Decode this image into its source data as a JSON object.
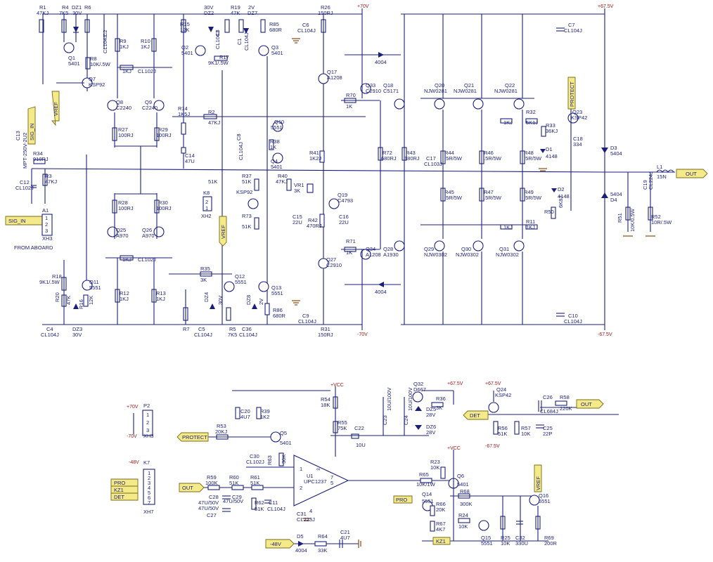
{
  "colors": {
    "wire": "#1a1f7a",
    "flag": "#f5ea8a",
    "rail": "#a01818",
    "ground": "#8a4a12"
  },
  "rails": {
    "p70": "+70V",
    "n70": "-70V",
    "p675": "+67.5V",
    "n675": "-67.5V",
    "p70b": "+70V",
    "n70b": "-70V",
    "p675b": "+67.5V",
    "n675b": "-67.5V",
    "p675c": "+67.5V",
    "n48": "-48V",
    "vcc1": "+VCC",
    "vcc2": "+VCC"
  },
  "flags": {
    "sig_in": "SIG_IN",
    "sig_in_v": "SIG_IN",
    "vref1": "VREF",
    "vref2": "VREF",
    "vref3": "VREF",
    "protect_v": "PROTECT",
    "protect": "PROTECT",
    "out": "OUT",
    "out2": "OUT",
    "out3": "OUT",
    "det": "DET",
    "pro": "PRO",
    "pro2": "PRO",
    "kz1": "KZ1",
    "kz1b": "KZ1",
    "det2": "DET",
    "n48flag": "-48V"
  },
  "notes": {
    "from_aboard": "FROM   ABOARD"
  },
  "labels": [
    {
      "id": "R1",
      "t": "R1"
    },
    {
      "id": "R1v",
      "t": "47KJ"
    },
    {
      "id": "R4",
      "t": "R4"
    },
    {
      "id": "R4v",
      "t": "7K5"
    },
    {
      "id": "DZ1",
      "t": "DZ1"
    },
    {
      "id": "DZ1v",
      "t": "30V"
    },
    {
      "id": "R6",
      "t": "R6"
    },
    {
      "id": "C2",
      "t": "C2"
    },
    {
      "id": "C2v",
      "t": "CL104J"
    },
    {
      "id": "R9",
      "t": "R9"
    },
    {
      "id": "R9v",
      "t": "1KJ"
    },
    {
      "id": "R10",
      "t": "R10"
    },
    {
      "id": "R10v",
      "t": "1KJ"
    },
    {
      "id": "R15",
      "t": "R15"
    },
    {
      "id": "R15v",
      "t": "12K"
    },
    {
      "id": "DZ2",
      "t": "DZ2"
    },
    {
      "id": "DZ2v",
      "t": "30V"
    },
    {
      "id": "C3",
      "t": "C3"
    },
    {
      "id": "C3v",
      "t": "CL104J"
    },
    {
      "id": "R19",
      "t": "R19"
    },
    {
      "id": "R19v",
      "t": "47K"
    },
    {
      "id": "DZ7",
      "t": "DZ7"
    },
    {
      "id": "DZ7v",
      "t": "2V"
    },
    {
      "id": "C1",
      "t": "C1"
    },
    {
      "id": "C1v",
      "t": "CL104J"
    },
    {
      "id": "R85",
      "t": "R85"
    },
    {
      "id": "R85v",
      "t": "680R"
    },
    {
      "id": "C6",
      "t": "C6"
    },
    {
      "id": "C6v",
      "t": "CL104J"
    },
    {
      "id": "R26",
      "t": "R26"
    },
    {
      "id": "R26v",
      "t": "150RJ"
    },
    {
      "id": "C7",
      "t": "C7"
    },
    {
      "id": "C7v",
      "t": "CL104J"
    },
    {
      "id": "Q1",
      "t": "Q1"
    },
    {
      "id": "Q1v",
      "t": "5401"
    },
    {
      "id": "R8",
      "t": "R8"
    },
    {
      "id": "R8v",
      "t": "10K/.5W"
    },
    {
      "id": "Q2",
      "t": "Q2"
    },
    {
      "id": "Q2v",
      "t": "5401"
    },
    {
      "id": "R17",
      "t": "R17"
    },
    {
      "id": "R17v",
      "t": "9K1/.5W"
    },
    {
      "id": "Q3",
      "t": "Q3"
    },
    {
      "id": "Q3v",
      "t": "5401"
    },
    {
      "id": "d4004a",
      "t": "4004"
    },
    {
      "id": "Q7",
      "t": "Q7"
    },
    {
      "id": "Q7v",
      "t": "KSP92"
    },
    {
      "id": "R1KJ",
      "t": "1KJ"
    },
    {
      "id": "CL102Ja",
      "t": "CL102J"
    },
    {
      "id": "Q17",
      "t": "Q17"
    },
    {
      "id": "Q17v",
      "t": "A1208"
    },
    {
      "id": "Q33",
      "t": "Q33"
    },
    {
      "id": "Q33v",
      "t": "C2910"
    },
    {
      "id": "Q18",
      "t": "Q18"
    },
    {
      "id": "Q18v",
      "t": "C5171"
    },
    {
      "id": "Q20",
      "t": "Q20"
    },
    {
      "id": "Q20v",
      "t": "NJW0281"
    },
    {
      "id": "Q21",
      "t": "Q21"
    },
    {
      "id": "Q21v",
      "t": "NJW0281"
    },
    {
      "id": "Q22",
      "t": "Q22"
    },
    {
      "id": "Q22v",
      "t": "NJW0281"
    },
    {
      "id": "R70",
      "t": "R70"
    },
    {
      "id": "R70v",
      "t": "1K"
    },
    {
      "id": "Q8",
      "t": "Q8"
    },
    {
      "id": "Q8v",
      "t": "C2240"
    },
    {
      "id": "Q9",
      "t": "Q9"
    },
    {
      "id": "Q9v",
      "t": "C2240"
    },
    {
      "id": "R14",
      "t": "R14"
    },
    {
      "id": "R14v",
      "t": "1K5J"
    },
    {
      "id": "R2",
      "t": "R2"
    },
    {
      "id": "R2v",
      "t": "47KJ"
    },
    {
      "id": "R32",
      "t": "R32"
    },
    {
      "id": "R32v",
      "t": "5K1J"
    },
    {
      "id": "Q23",
      "t": "Q23"
    },
    {
      "id": "Q23v",
      "t": "KSP42"
    },
    {
      "id": "R1KJb",
      "t": "1KJ"
    },
    {
      "id": "Q10",
      "t": "Q10"
    },
    {
      "id": "Q10v",
      "t": "5551"
    },
    {
      "id": "R33",
      "t": "R33"
    },
    {
      "id": "R33v",
      "t": "36KJ"
    },
    {
      "id": "C18",
      "t": "C18"
    },
    {
      "id": "C18v",
      "t": "334"
    },
    {
      "id": "R27",
      "t": "R27"
    },
    {
      "id": "R27v",
      "t": "100RJ"
    },
    {
      "id": "R29",
      "t": "R29"
    },
    {
      "id": "R29v",
      "t": "100RJ"
    },
    {
      "id": "C8",
      "t": "C8"
    },
    {
      "id": "R38",
      "t": "R38"
    },
    {
      "id": "R38v",
      "t": "1K"
    },
    {
      "id": "R72",
      "t": "R72"
    },
    {
      "id": "R72v",
      "t": "680RJ"
    },
    {
      "id": "R43",
      "t": "R43"
    },
    {
      "id": "R43v",
      "t": "180RJ"
    },
    {
      "id": "C17",
      "t": "C17"
    },
    {
      "id": "C17v",
      "t": "CL103J"
    },
    {
      "id": "R44",
      "t": "R44"
    },
    {
      "id": "R44v",
      "t": ".5R/5W"
    },
    {
      "id": "R46",
      "t": "R46"
    },
    {
      "id": "R46v",
      "t": ".5R/5W"
    },
    {
      "id": "R48",
      "t": "R48"
    },
    {
      "id": "R48v",
      "t": ".5R/5W"
    },
    {
      "id": "D1",
      "t": "D1"
    },
    {
      "id": "D1v",
      "t": "4148"
    },
    {
      "id": "D3",
      "t": "D3"
    },
    {
      "id": "D3v",
      "t": "5404"
    },
    {
      "id": "R41",
      "t": "R41"
    },
    {
      "id": "R41v",
      "t": "1K2J"
    },
    {
      "id": "C14",
      "t": "C14"
    },
    {
      "id": "C14v",
      "t": "47U"
    },
    {
      "id": "C13",
      "t": "C13"
    },
    {
      "id": "C13v",
      "t": "MPT-250V-2U2"
    },
    {
      "id": "R34",
      "t": "R34"
    },
    {
      "id": "R34v",
      "t": "910RJ"
    },
    {
      "id": "C8v",
      "t": "CL104J"
    },
    {
      "id": "Q4",
      "t": "Q4"
    },
    {
      "id": "Q4v",
      "t": "5401"
    },
    {
      "id": "R3",
      "t": "R3"
    },
    {
      "id": "R3v",
      "t": "47KJ"
    },
    {
      "id": "R37",
      "t": "R37"
    },
    {
      "id": "R37v",
      "t": "51K"
    },
    {
      "id": "R40",
      "t": "R40"
    },
    {
      "id": "R40v",
      "t": "47KJ"
    },
    {
      "id": "VR1",
      "t": "VR1"
    },
    {
      "id": "VR1v",
      "t": "3K"
    },
    {
      "id": "L1",
      "t": "L1"
    },
    {
      "id": "L1v",
      "t": "15N"
    },
    {
      "id": "C12",
      "t": "C12"
    },
    {
      "id": "C12v",
      "t": "CL102J"
    },
    {
      "id": "51K",
      "t": "51K"
    },
    {
      "id": "K8",
      "t": "K8"
    },
    {
      "id": "XH2",
      "t": "XH2"
    },
    {
      "id": "KSP92",
      "t": "KSP92"
    },
    {
      "id": "Q19",
      "t": "Q19"
    },
    {
      "id": "Q19v",
      "t": "C4793"
    },
    {
      "id": "R45",
      "t": "R45"
    },
    {
      "id": "R45v",
      "t": ".5R/5W"
    },
    {
      "id": "R47",
      "t": "R47"
    },
    {
      "id": "R47v",
      "t": ".5R/5W"
    },
    {
      "id": "R49",
      "t": "R49"
    },
    {
      "id": "R49v",
      "t": ".5R/5W"
    },
    {
      "id": "D2",
      "t": "D2"
    },
    {
      "id": "D2v",
      "t": "4148"
    },
    {
      "id": "D4",
      "t": "D4"
    },
    {
      "id": "D4v",
      "t": "5404"
    },
    {
      "id": "C19",
      "t": "C19"
    },
    {
      "id": "C19v",
      "t": "CL224J"
    },
    {
      "id": "R28",
      "t": "R28"
    },
    {
      "id": "R28v",
      "t": "100RJ"
    },
    {
      "id": "R30",
      "t": "R30"
    },
    {
      "id": "R30v",
      "t": "100RJ"
    },
    {
      "id": "A1",
      "t": "A1"
    },
    {
      "id": "XH3",
      "t": "XH3"
    },
    {
      "id": "R73",
      "t": "R73"
    },
    {
      "id": "R73v",
      "t": "51K"
    },
    {
      "id": "C15",
      "t": "C15"
    },
    {
      "id": "C15v",
      "t": "22U"
    },
    {
      "id": "R42",
      "t": "R42"
    },
    {
      "id": "R42v",
      "t": "470RJ"
    },
    {
      "id": "C16",
      "t": "C16"
    },
    {
      "id": "C16v",
      "t": "22U"
    },
    {
      "id": "R50",
      "t": "R50"
    },
    {
      "id": "R50v",
      "t": "6K8J"
    },
    {
      "id": "R51",
      "t": "R51"
    },
    {
      "id": "R51v",
      "t": "10K/0.5W"
    },
    {
      "id": "R52",
      "t": "R52"
    },
    {
      "id": "R52v",
      "t": "10R/.5W"
    },
    {
      "id": "Q25",
      "t": "Q25"
    },
    {
      "id": "Q25v",
      "t": "A970"
    },
    {
      "id": "Q26",
      "t": "Q26"
    },
    {
      "id": "Q26v",
      "t": "A970"
    },
    {
      "id": "R71",
      "t": "R71"
    },
    {
      "id": "R71v",
      "t": "1K"
    },
    {
      "id": "Q34",
      "t": "Q34"
    },
    {
      "id": "Q34v",
      "t": "A1208"
    },
    {
      "id": "Q28",
      "t": "Q28"
    },
    {
      "id": "Q28v",
      "t": "A1930"
    },
    {
      "id": "Q29",
      "t": "Q29"
    },
    {
      "id": "Q29v",
      "t": "NJW0302"
    },
    {
      "id": "Q30",
      "t": "Q30"
    },
    {
      "id": "Q30v",
      "t": "NJW0302"
    },
    {
      "id": "Q31",
      "t": "Q31"
    },
    {
      "id": "Q31v",
      "t": "NJW0302"
    },
    {
      "id": "R11",
      "t": "R11"
    },
    {
      "id": "R11v",
      "t": "1KJ"
    },
    {
      "id": "R1KJc",
      "t": "1KJ"
    },
    {
      "id": "R1KJd",
      "t": "1KJ"
    },
    {
      "id": "CL102Jb",
      "t": "CL102J"
    },
    {
      "id": "Q27",
      "t": "Q27"
    },
    {
      "id": "Q27v",
      "t": "C2910"
    },
    {
      "id": "R18",
      "t": "R18"
    },
    {
      "id": "R18v",
      "t": "9K1/.5W"
    },
    {
      "id": "R35",
      "t": "R35"
    },
    {
      "id": "R35v",
      "t": "3K"
    },
    {
      "id": "Q11",
      "t": "Q11"
    },
    {
      "id": "Q11v",
      "t": "5551"
    },
    {
      "id": "Q12",
      "t": "Q12"
    },
    {
      "id": "Q12v",
      "t": "5551"
    },
    {
      "id": "Q13",
      "t": "Q13"
    },
    {
      "id": "Q13v",
      "t": "5551"
    },
    {
      "id": "d4004b",
      "t": "4004"
    },
    {
      "id": "R12",
      "t": "R12"
    },
    {
      "id": "R12v",
      "t": "1KJ"
    },
    {
      "id": "R13",
      "t": "R13"
    },
    {
      "id": "R13v",
      "t": "1KJ"
    },
    {
      "id": "R20",
      "t": "R20"
    },
    {
      "id": "R20v",
      "t": "47K"
    },
    {
      "id": "R16",
      "t": "R16"
    },
    {
      "id": "R16v",
      "t": "12K"
    },
    {
      "id": "DZ4",
      "t": "DZ4"
    },
    {
      "id": "DZ4v",
      "t": "30V"
    },
    {
      "id": "DZ8",
      "t": "DZ8"
    },
    {
      "id": "DZ8v",
      "t": "2V"
    },
    {
      "id": "R86",
      "t": "R86"
    },
    {
      "id": "R86v",
      "t": "680R"
    },
    {
      "id": "C10",
      "t": "C10"
    },
    {
      "id": "C10v",
      "t": "CL104J"
    },
    {
      "id": "C4",
      "t": "C4"
    },
    {
      "id": "C4v",
      "t": "CL104J"
    },
    {
      "id": "DZ3",
      "t": "DZ3"
    },
    {
      "id": "DZ3v",
      "t": "30V"
    },
    {
      "id": "R7",
      "t": "R7"
    },
    {
      "id": "C5",
      "t": "C5"
    },
    {
      "id": "C5v",
      "t": "CL104J"
    },
    {
      "id": "R5",
      "t": "R5"
    },
    {
      "id": "R5v",
      "t": "7K5"
    },
    {
      "id": "C36",
      "t": "C36"
    },
    {
      "id": "C36v",
      "t": "CL104J"
    },
    {
      "id": "C9",
      "t": "C9"
    },
    {
      "id": "C9v",
      "t": "CL104J"
    },
    {
      "id": "R31",
      "t": "R31"
    },
    {
      "id": "R31v",
      "t": "150RJ"
    },
    {
      "id": "P2",
      "t": "P2"
    },
    {
      "id": "XH3b",
      "t": "XH3"
    },
    {
      "id": "C20",
      "t": "C20"
    },
    {
      "id": "C20v",
      "t": "4U7"
    },
    {
      "id": "R39",
      "t": "R39"
    },
    {
      "id": "R39v",
      "t": "1K2"
    },
    {
      "id": "R53",
      "t": "R53"
    },
    {
      "id": "R53v",
      "t": "20KJ"
    },
    {
      "id": "Q5",
      "t": "Q5"
    },
    {
      "id": "Q5v",
      "t": "5401"
    },
    {
      "id": "R54",
      "t": "R54"
    },
    {
      "id": "R54v",
      "t": "18K"
    },
    {
      "id": "R55",
      "t": "R55"
    },
    {
      "id": "R55v",
      "t": "75K"
    },
    {
      "id": "C22",
      "t": "C22"
    },
    {
      "id": "C22v",
      "t": "10U"
    },
    {
      "id": "C23",
      "t": "C23"
    },
    {
      "id": "C23v",
      "t": "10U/100V"
    },
    {
      "id": "C24",
      "t": "C24"
    },
    {
      "id": "C24v",
      "t": "10U/100V"
    },
    {
      "id": "Q32",
      "t": "Q32"
    },
    {
      "id": "Q32v",
      "t": "D667"
    },
    {
      "id": "R36",
      "t": "R36"
    },
    {
      "id": "R36v",
      "t": "3K"
    },
    {
      "id": "DZ5",
      "t": "DZ5"
    },
    {
      "id": "DZ5v",
      "t": "28V"
    },
    {
      "id": "DZ6",
      "t": "DZ6"
    },
    {
      "id": "DZ6v",
      "t": "28V"
    },
    {
      "id": "Q24",
      "t": "Q24"
    },
    {
      "id": "Q24v",
      "t": "KSP42"
    },
    {
      "id": "C26",
      "t": "C26"
    },
    {
      "id": "C26v",
      "t": "CL684J"
    },
    {
      "id": "R58",
      "t": "R58"
    },
    {
      "id": "R58v",
      "t": "220K"
    },
    {
      "id": "R56",
      "t": "R56"
    },
    {
      "id": "R56v",
      "t": "51K"
    },
    {
      "id": "R57",
      "t": "R57"
    },
    {
      "id": "R57v",
      "t": "10K"
    },
    {
      "id": "C25",
      "t": "C25"
    },
    {
      "id": "C25v",
      "t": "22P"
    },
    {
      "id": "K7",
      "t": "K7"
    },
    {
      "id": "XH7",
      "t": "XH7"
    },
    {
      "id": "R63",
      "t": "R63"
    },
    {
      "id": "R63v",
      "t": "30K"
    },
    {
      "id": "C30",
      "t": "C30"
    },
    {
      "id": "C30v",
      "t": "CL102J"
    },
    {
      "id": "R59",
      "t": "R59"
    },
    {
      "id": "R59v",
      "t": "100K"
    },
    {
      "id": "R60",
      "t": "R60"
    },
    {
      "id": "R60v",
      "t": "51K"
    },
    {
      "id": "R61",
      "t": "R61"
    },
    {
      "id": "R61v",
      "t": "51K"
    },
    {
      "id": "U1",
      "t": "U1"
    },
    {
      "id": "U1v",
      "t": "UPC1237"
    },
    {
      "id": "C28",
      "t": "C28"
    },
    {
      "id": "C28v",
      "t": "47U/50V"
    },
    {
      "id": "C29",
      "t": "C29"
    },
    {
      "id": "C29v",
      "t": "47U/50V"
    },
    {
      "id": "C27v",
      "t": "47U/50V"
    },
    {
      "id": "C27",
      "t": "C27"
    },
    {
      "id": "R62",
      "t": "R62"
    },
    {
      "id": "R62v",
      "t": "51K"
    },
    {
      "id": "C11",
      "t": "C11"
    },
    {
      "id": "C11v",
      "t": "CL104J"
    },
    {
      "id": "C31",
      "t": "C31"
    },
    {
      "id": "C31v",
      "t": "CL223J"
    },
    {
      "id": "R65",
      "t": "R65"
    },
    {
      "id": "R65v",
      "t": "10K/1W"
    },
    {
      "id": "R23",
      "t": "R23"
    },
    {
      "id": "R23v",
      "t": "10K"
    },
    {
      "id": "Q6",
      "t": "Q6"
    },
    {
      "id": "Q6v",
      "t": "5401"
    },
    {
      "id": "R68",
      "t": "R68"
    },
    {
      "id": "R68v",
      "t": "300K"
    },
    {
      "id": "Q16",
      "t": "Q16"
    },
    {
      "id": "Q16v",
      "t": "5551"
    },
    {
      "id": "Q14",
      "t": "Q14"
    },
    {
      "id": "Q14v",
      "t": "5551"
    },
    {
      "id": "R66",
      "t": "R66"
    },
    {
      "id": "R66v",
      "t": "20K"
    },
    {
      "id": "R67",
      "t": "R67"
    },
    {
      "id": "R67v",
      "t": "4K7"
    },
    {
      "id": "R24",
      "t": "R24"
    },
    {
      "id": "R24v",
      "t": "10K"
    },
    {
      "id": "Q15",
      "t": "Q15"
    },
    {
      "id": "Q15v",
      "t": "5551"
    },
    {
      "id": "R25",
      "t": "R25"
    },
    {
      "id": "R25v",
      "t": "10K"
    },
    {
      "id": "C32",
      "t": "C32"
    },
    {
      "id": "C32v",
      "t": "330U"
    },
    {
      "id": "R69",
      "t": "R69"
    },
    {
      "id": "R69v",
      "t": "200R"
    },
    {
      "id": "D5",
      "t": "D5"
    },
    {
      "id": "D5v",
      "t": "4004"
    },
    {
      "id": "R64",
      "t": "R64"
    },
    {
      "id": "R64v",
      "t": "33K"
    },
    {
      "id": "C21",
      "t": "C21"
    },
    {
      "id": "C21v",
      "t": "4U7"
    }
  ],
  "pins": {
    "xh3": [
      "1",
      "2",
      "3"
    ],
    "p2": [
      "1",
      "2",
      "3"
    ],
    "k8": [
      "2",
      "1"
    ],
    "k7": [
      "1",
      "2",
      "3",
      "4",
      "5",
      "6",
      "7"
    ],
    "u1": [
      "1",
      "2",
      "7",
      "4",
      "5",
      "∞"
    ]
  }
}
